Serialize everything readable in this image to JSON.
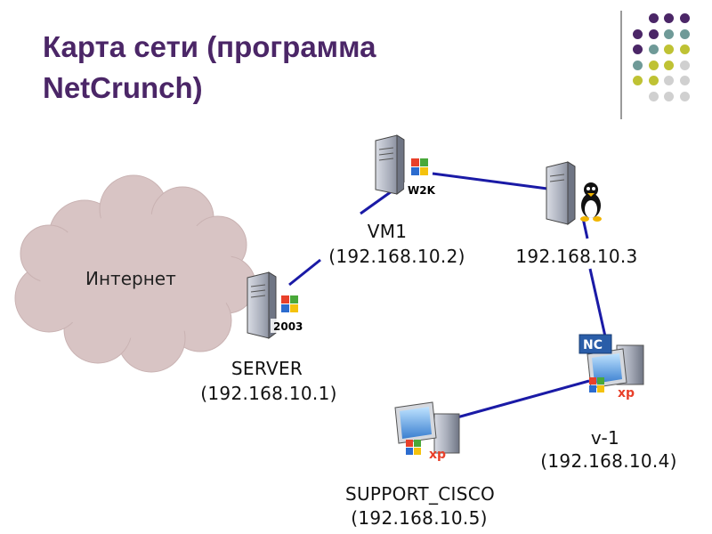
{
  "title": {
    "line1": "Карта сети (программа",
    "line2": "NetCrunch)"
  },
  "cloud": {
    "label": "Интернет"
  },
  "nodes": {
    "vm1": {
      "name": "VM1",
      "ip": "(192.168.10.2)",
      "os_badge": "W2K",
      "icon": "windows-server-icon"
    },
    "linux": {
      "ip": "192.168.10.3",
      "icon": "linux-server-icon"
    },
    "server": {
      "name": "SERVER",
      "ip": "(192.168.10.1)",
      "os_badge": "2003",
      "icon": "windows-server-icon"
    },
    "v1": {
      "name": "v-1",
      "ip": "(192.168.10.4)",
      "os_badge": "xp",
      "nc_badge": "NC",
      "icon": "workstation-icon"
    },
    "support": {
      "name": "SUPPORT_CISCO",
      "ip": "(192.168.10.5)",
      "os_badge": "xp",
      "icon": "workstation-icon"
    }
  },
  "colors": {
    "title": "#4b2667",
    "link": "#1a1aa6",
    "cloud": "#d8c4c4",
    "dot_purple": "#4b2667",
    "dot_teal": "#6f9a98",
    "dot_olive": "#bfc234",
    "dot_grey": "#d0d0d0"
  }
}
